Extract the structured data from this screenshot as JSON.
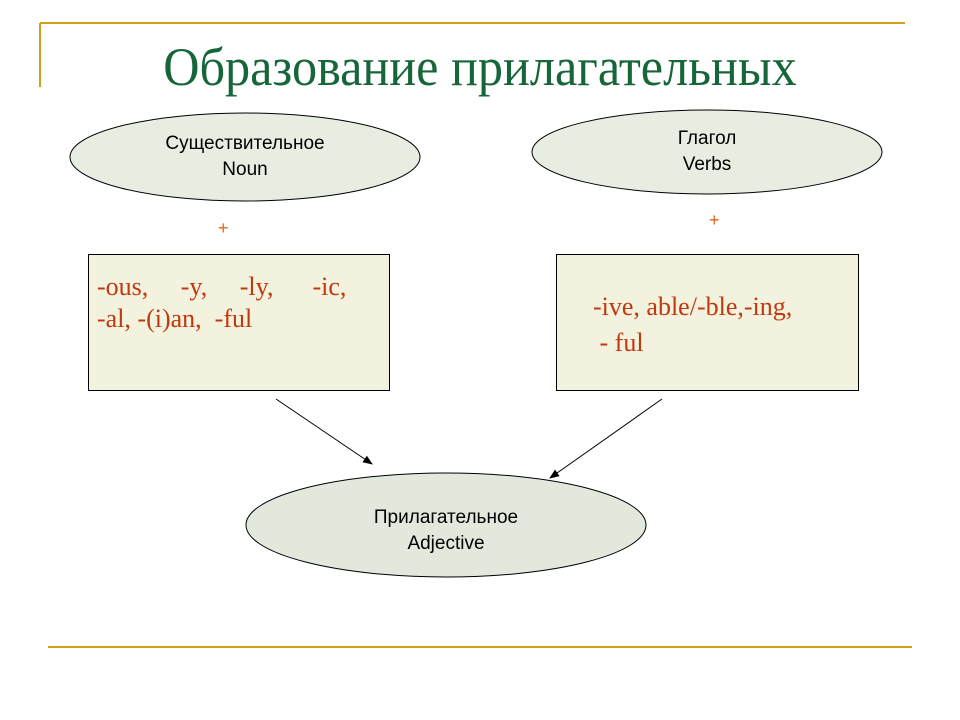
{
  "title": "Образование прилагательных",
  "noun": {
    "line1": "Существительное",
    "line2": "Noun"
  },
  "verb": {
    "line1": "Глагол",
    "line2": "Verbs"
  },
  "adjective": {
    "line1": "Прилагательное",
    "line2": "Adjective"
  },
  "plus": "+",
  "noun_suffixes": {
    "line1": "-ous,     -y,     -ly,      -ic,",
    "line2": "-al, -(i)an,  -ful"
  },
  "verb_suffixes": {
    "line1": "-ive, able/-ble,-ing,",
    "line2": " - ful"
  },
  "colors": {
    "title": "#16663a",
    "suffix": "#c0390e",
    "plus": "#e8641a",
    "rule": "#d4a017"
  }
}
